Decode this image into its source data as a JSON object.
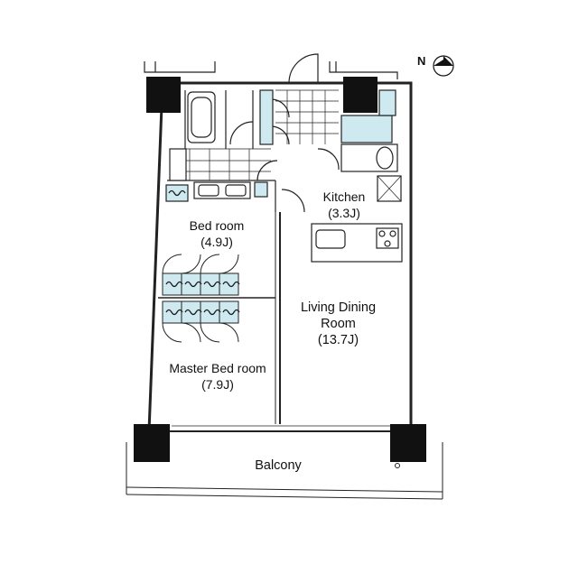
{
  "plan": {
    "compass": {
      "label": "N",
      "icon": "north-arrow-icon"
    },
    "rooms": {
      "kitchen": {
        "name": "Kitchen",
        "size": "(3.3J)"
      },
      "bedroom": {
        "name": "Bed room",
        "size": "(4.9J)"
      },
      "living_dining": {
        "name_line1": "Living Dining",
        "name_line2": "Room",
        "size": "(13.7J)"
      },
      "master_bedroom": {
        "name": "Master Bed room",
        "size": "(7.9J)"
      },
      "balcony": {
        "name": "Balcony"
      }
    },
    "colors": {
      "wall": "#1a1a1a",
      "column": "#111111",
      "fixture_fill": "#cfe9f1",
      "line": "#222222"
    }
  }
}
